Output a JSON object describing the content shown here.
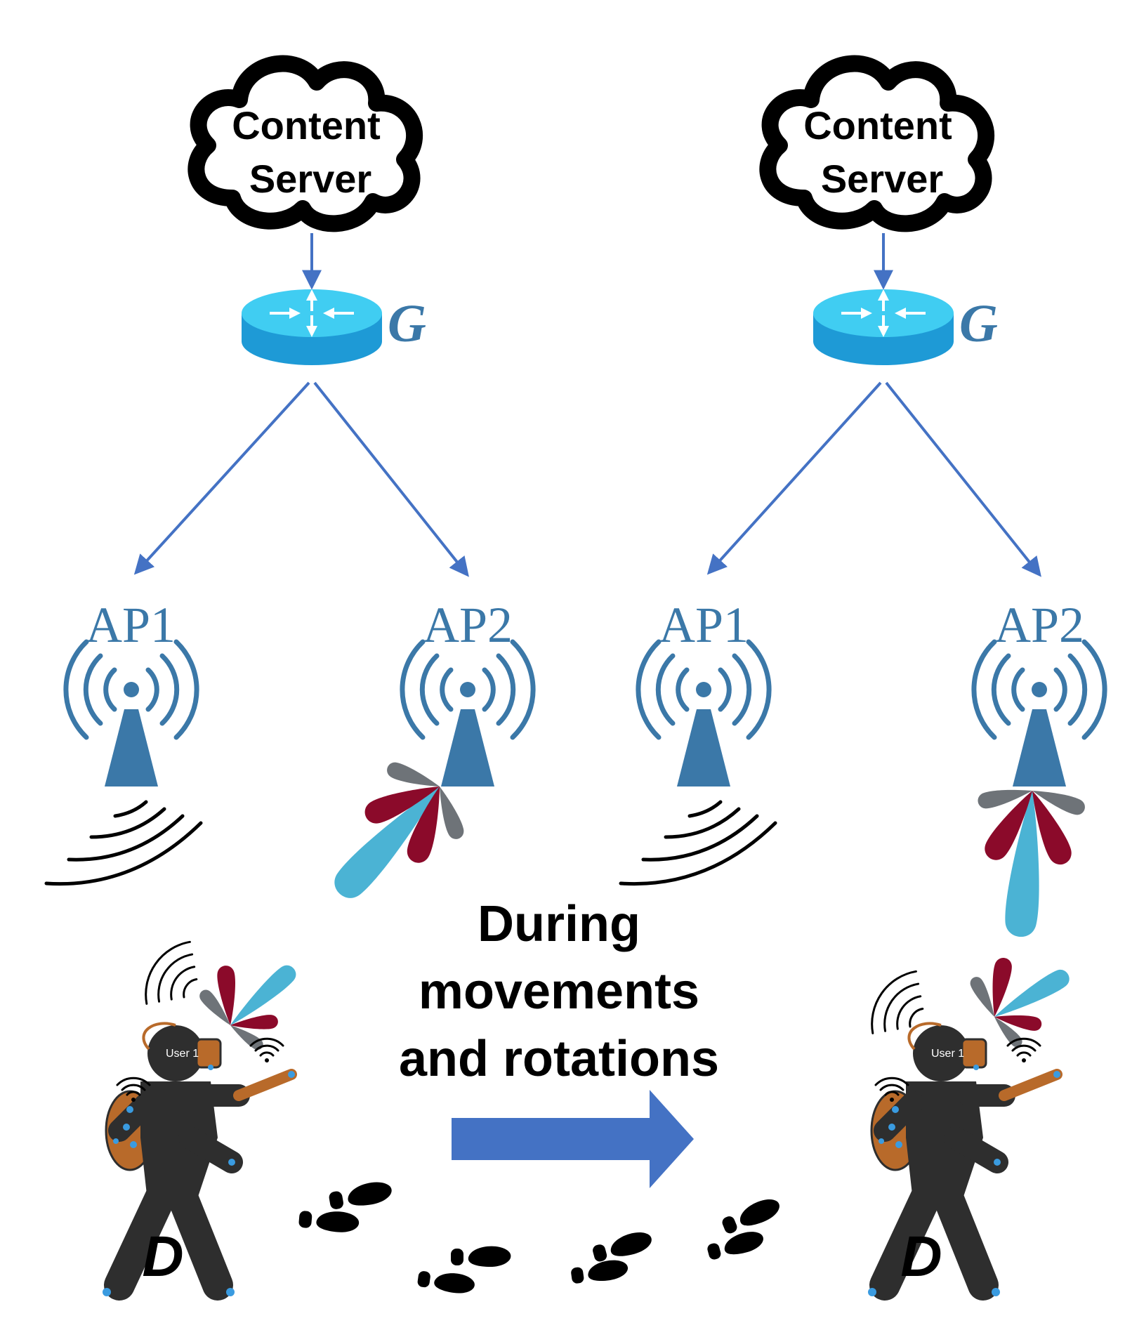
{
  "left_panel": {
    "server_label_line1": "Content",
    "server_label_line2": "Server",
    "gateway_label": "G",
    "ap1_label": "AP1",
    "ap2_label": "AP2",
    "device_label": "D",
    "helmet_label": "User 1"
  },
  "right_panel": {
    "server_label_line1": "Content",
    "server_label_line2": "Server",
    "gateway_label": "G",
    "ap1_label": "AP1",
    "ap2_label": "AP2",
    "device_label": "D",
    "helmet_label": "User 1"
  },
  "transition": {
    "line1": "During",
    "line2": "movements",
    "line3": "and rotations"
  },
  "colors": {
    "link": "#4472c4",
    "ap": "#3b78a8",
    "router_top": "#40cdf2",
    "router_side": "#1e9ad6",
    "beam_main": "#4bb3d4",
    "beam_side": "#8b0a2a",
    "beam_grey": "#6e7378",
    "body": "#2e2e2e",
    "backpack": "#b86a2a"
  }
}
